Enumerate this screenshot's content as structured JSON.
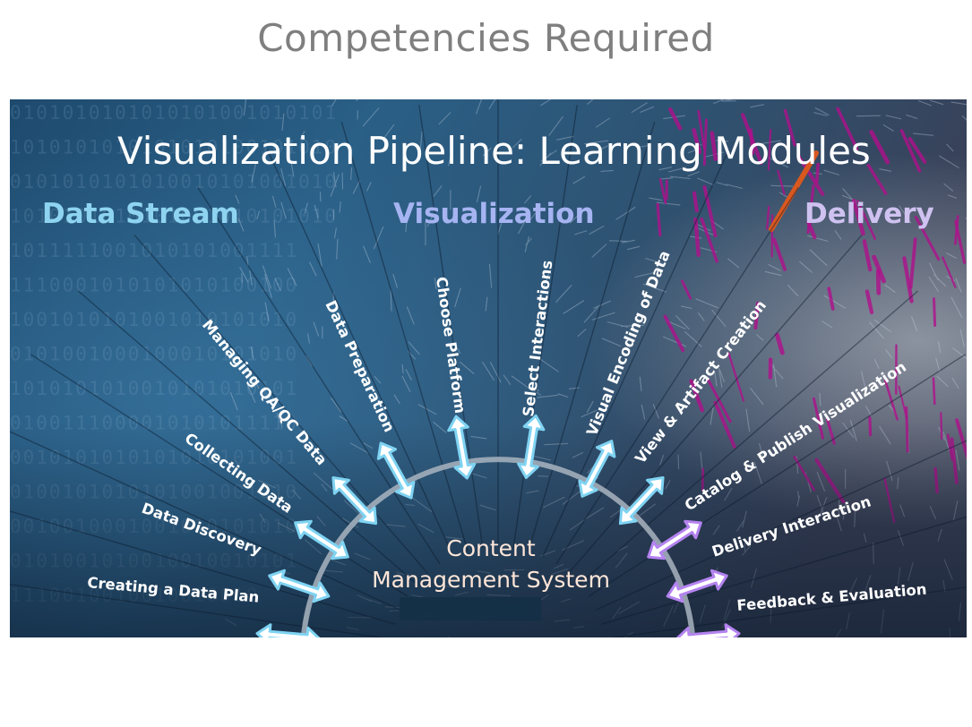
{
  "slide_title": "Competencies Required",
  "figure": {
    "title": "Visualization Pipeline: Learning Modules",
    "sections": {
      "data_stream": "Data Stream",
      "visualization": "Visualization",
      "delivery": "Delivery"
    },
    "hub": {
      "line1": "Content",
      "line2": "Management System"
    },
    "modules": [
      "Creating a Data Plan",
      "Data Discovery",
      "Collecting Data",
      "Managing QA/QC Data",
      "Data Preparation",
      "Choose Platform",
      "Select Interactions",
      "Visual Encoding of Data",
      "View & Artifact Creation",
      "Catalog & Publish Visualization",
      "Delivery Interaction",
      "Feedback & Evaluation"
    ],
    "binary_rows": [
      "0101010101010101001010101",
      "1010101010101010100101010",
      "0101010101010010101001010",
      "1010101010101001010101010",
      "1011111001010101001111",
      "1110001010101010100100",
      "1001010101001010101010",
      "0101001000100010101010",
      "1010101010010101010101",
      "0100111000010101011110",
      "0010101010101010101001",
      "0100101010101001001010",
      "0010010001001010101010",
      "0101001010010010010101",
      "1110010010010010010"
    ],
    "colors": {
      "data_stream": "#8ed4f0",
      "visualization": "#a6b4f2",
      "delivery": "#cfc2f0",
      "arrow_blue": "#7fd3f2",
      "arrow_purple": "#b483f0",
      "vector_magenta": "#b0108c",
      "vector_orange": "#d9581f"
    }
  }
}
